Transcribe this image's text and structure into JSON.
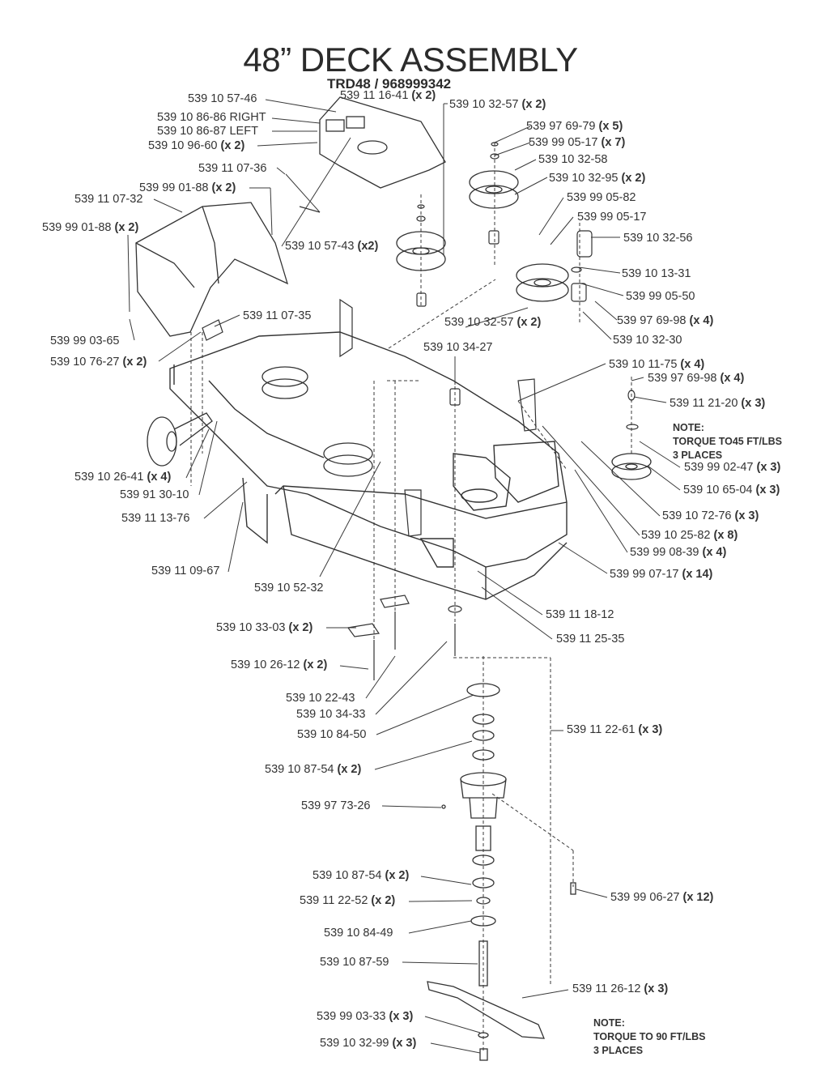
{
  "title": "48” DECK ASSEMBLY",
  "subtitle": "TRD48 / 968999342",
  "labels": [
    {
      "part": "539 10 57-46",
      "qty": ""
    },
    {
      "part": "539 11 16-41",
      "qty": "(x 2)"
    },
    {
      "part": "539 10 32-57",
      "qty": "(x 2)"
    },
    {
      "part": "539 10 86-86 RIGHT",
      "qty": ""
    },
    {
      "part": "539 10 86-87 LEFT",
      "qty": ""
    },
    {
      "part": "539 10 96-60",
      "qty": "(x 2)"
    },
    {
      "part": "539 97 69-79",
      "qty": "(x 5)"
    },
    {
      "part": "539 99 05-17",
      "qty": "(x 7)"
    },
    {
      "part": "539 10 32-58",
      "qty": ""
    },
    {
      "part": "539 10 32-95",
      "qty": "(x 2)"
    },
    {
      "part": "539 11 07-36",
      "qty": ""
    },
    {
      "part": "539 99 01-88",
      "qty": "(x 2)"
    },
    {
      "part": "539 11 07-32",
      "qty": ""
    },
    {
      "part": "539 99 05-82",
      "qty": ""
    },
    {
      "part": "539 99 05-17",
      "qty": ""
    },
    {
      "part": "539 99 01-88",
      "qty": "(x 2)"
    },
    {
      "part": "539 10 32-56",
      "qty": ""
    },
    {
      "part": "539 10 57-43",
      "qty": "(x2)"
    },
    {
      "part": "539 10 13-31",
      "qty": ""
    },
    {
      "part": "539 99 05-50",
      "qty": ""
    },
    {
      "part": "539 11 07-35",
      "qty": ""
    },
    {
      "part": "539 10 32-57",
      "qty": "(x 2)"
    },
    {
      "part": "539 97 69-98",
      "qty": "(x 4)"
    },
    {
      "part": "539 99 03-65",
      "qty": ""
    },
    {
      "part": "539 10 32-30",
      "qty": ""
    },
    {
      "part": "539 10 34-27",
      "qty": ""
    },
    {
      "part": "539 10 76-27",
      "qty": "(x 2)"
    },
    {
      "part": "539 10 11-75",
      "qty": "(x 4)"
    },
    {
      "part": "539 97 69-98",
      "qty": "(x 4)"
    },
    {
      "part": "539 11 21-20",
      "qty": "(x 3)"
    },
    {
      "part": "539 99 02-47",
      "qty": "(x 3)"
    },
    {
      "part": "539 10 26-41",
      "qty": "(x 4)"
    },
    {
      "part": "539 10 65-04",
      "qty": "(x 3)"
    },
    {
      "part": "539 91 30-10",
      "qty": ""
    },
    {
      "part": "539 10 72-76",
      "qty": "(x 3)"
    },
    {
      "part": "539 11 13-76",
      "qty": ""
    },
    {
      "part": "539 10 25-82",
      "qty": "(x 8)"
    },
    {
      "part": "539 99 08-39",
      "qty": "(x 4)"
    },
    {
      "part": "539 11 09-67",
      "qty": ""
    },
    {
      "part": "539 99 07-17",
      "qty": "(x 14)"
    },
    {
      "part": "539 10 52-32",
      "qty": ""
    },
    {
      "part": "539 11 18-12",
      "qty": ""
    },
    {
      "part": "539 10 33-03",
      "qty": "(x 2)"
    },
    {
      "part": "539 11 25-35",
      "qty": ""
    },
    {
      "part": "539 10 26-12",
      "qty": "(x 2)"
    },
    {
      "part": "539 10 22-43",
      "qty": ""
    },
    {
      "part": "539 10 34-33",
      "qty": ""
    },
    {
      "part": "539 10 84-50",
      "qty": ""
    },
    {
      "part": "539 11 22-61",
      "qty": "(x 3)"
    },
    {
      "part": "539 10 87-54",
      "qty": "(x 2)"
    },
    {
      "part": "539 97 73-26",
      "qty": ""
    },
    {
      "part": "539 10 87-54",
      "qty": "(x 2)"
    },
    {
      "part": "539 99 06-27",
      "qty": "(x 12)"
    },
    {
      "part": "539 11 22-52",
      "qty": "(x 2)"
    },
    {
      "part": "539 10 84-49",
      "qty": ""
    },
    {
      "part": "539 10 87-59",
      "qty": ""
    },
    {
      "part": "539 11 26-12",
      "qty": "(x 3)"
    },
    {
      "part": "539 99 03-33",
      "qty": "(x 3)"
    },
    {
      "part": "539 10 32-99",
      "qty": "(x 3)"
    }
  ],
  "notes": [
    {
      "heading": "NOTE:",
      "line1": "TORQUE TO45 FT/LBS",
      "line2": "3 PLACES"
    },
    {
      "heading": "NOTE:",
      "line1": "TORQUE TO 90 FT/LBS",
      "line2": "3 PLACES"
    }
  ]
}
